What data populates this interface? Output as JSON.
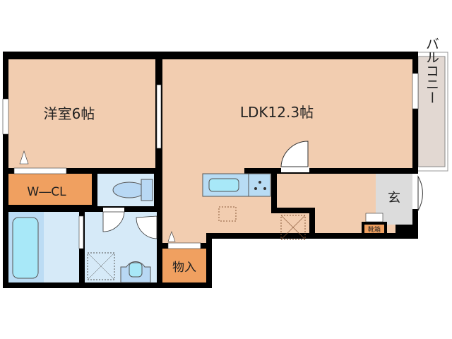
{
  "rooms": {
    "western": "洋室6帖",
    "ldk": "LDK12.3帖",
    "walk_in_closet": "W―CL",
    "storage": "物入",
    "entrance": "玄",
    "shoe_box": "靴箱",
    "balcony": "バルコニー"
  },
  "colors": {
    "room": "#f2cdb0",
    "closet": "#f0a060",
    "water": "#d6eaf8",
    "fixture": "#a8e8f8",
    "entrance": "#dcdcdc",
    "balcony": "#e2d8d2",
    "wall": "#000000"
  }
}
